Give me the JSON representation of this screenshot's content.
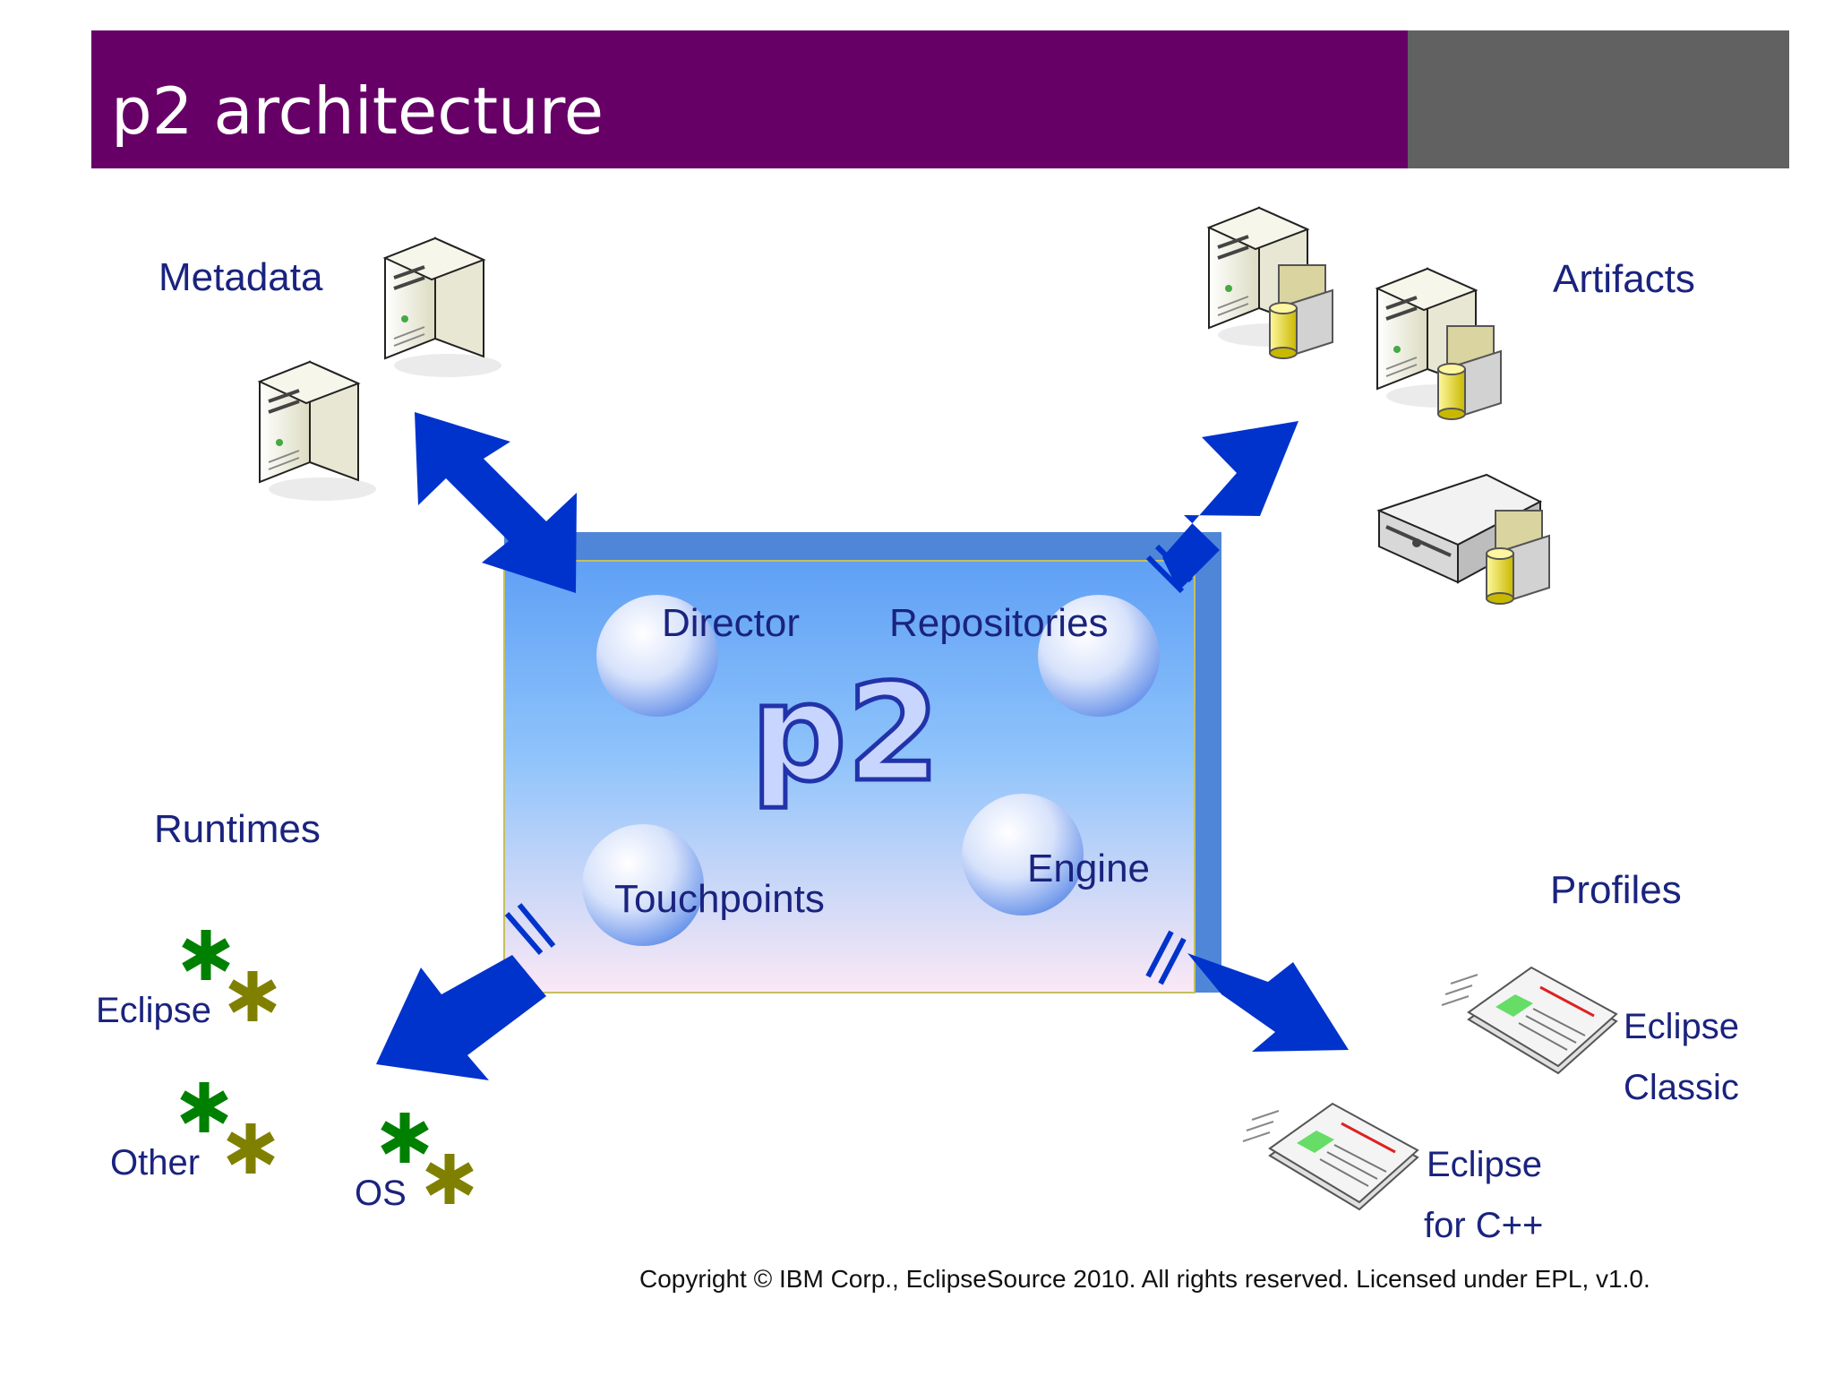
{
  "title": "p2 architecture",
  "core": {
    "logo": "p2",
    "components": {
      "director": "Director",
      "repositories": "Repositories",
      "touchpoints": "Touchpoints",
      "engine": "Engine"
    }
  },
  "groups": {
    "metadata": "Metadata",
    "artifacts": "Artifacts",
    "runtimes": "Runtimes",
    "profiles": "Profiles"
  },
  "runtimes": {
    "eclipse": "Eclipse",
    "other": "Other",
    "os": "OS"
  },
  "profiles": {
    "classic_line1": "Eclipse",
    "classic_line2": "Classic",
    "cpp_line1": "Eclipse",
    "cpp_line2": "for C++"
  },
  "copyright": "Copyright © IBM Corp., EclipseSource 2010. All rights reserved.  Licensed under EPL, v1.0.",
  "colors": {
    "title_bar": "#660066",
    "title_accent": "#616161",
    "arrow": "#0033cc",
    "label": "#1a237e",
    "asterisk_green": "#008000",
    "asterisk_olive": "#808000"
  }
}
